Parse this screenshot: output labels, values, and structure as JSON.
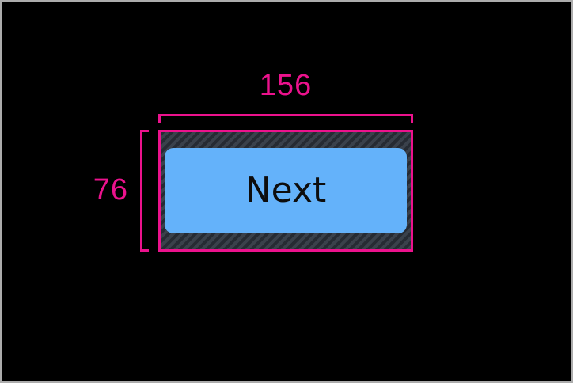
{
  "canvas": {
    "description": "layout-inspector measurement overlay on black background"
  },
  "measurement_overlay": {
    "width_label": "156",
    "height_label": "76"
  },
  "widget_preview": {
    "button_label": "Next"
  },
  "colors": {
    "accent": "#EC128D",
    "button_fill": "#64B2FA",
    "button_text": "#0D0D0D",
    "padding_base": "#3A414B",
    "padding_stripe": "#262B33",
    "canvas_bg": "#000000",
    "frame_border": "#ACACAC"
  }
}
